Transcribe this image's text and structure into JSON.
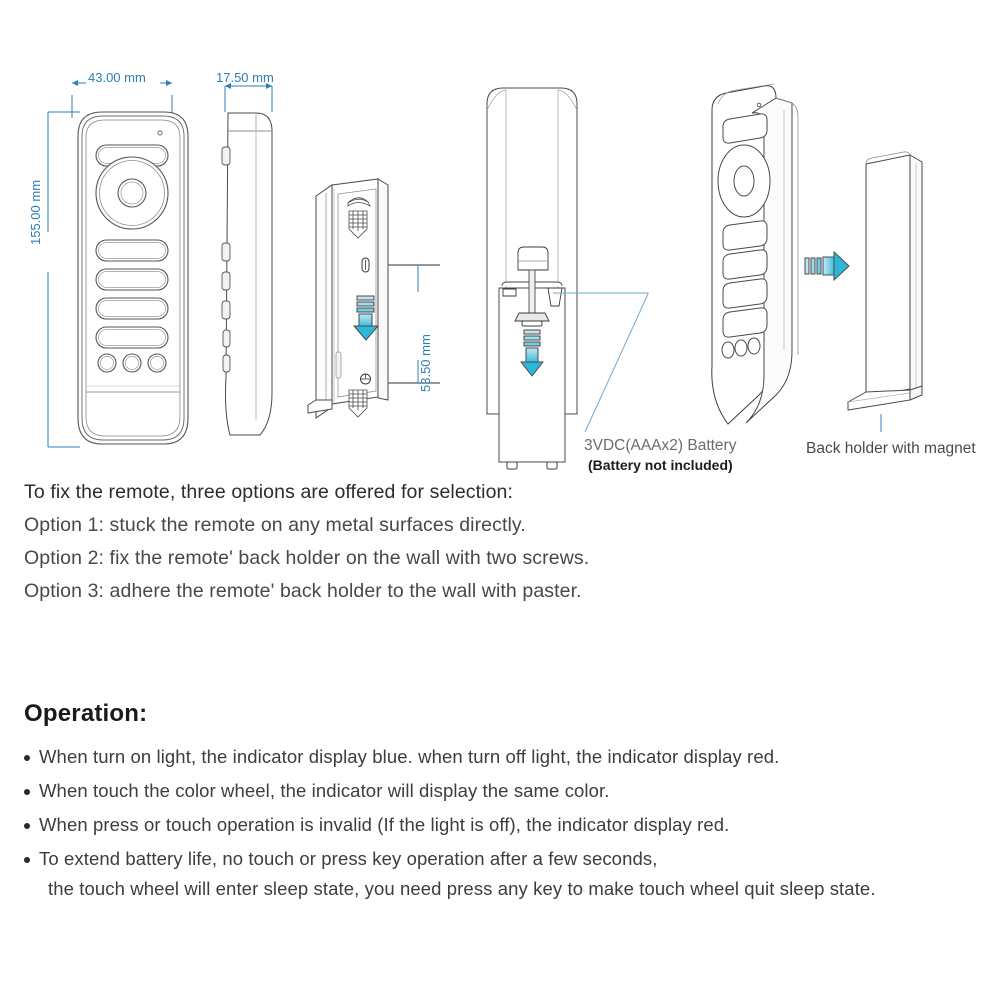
{
  "diagram": {
    "dimensions": {
      "width_label": "43.00 mm",
      "thickness_label": "17.50 mm",
      "height_label": "155.00 mm",
      "holder_screw_spacing_label": "53.50 mm"
    },
    "callouts": {
      "battery_label": "3VDC(AAAx2) Battery",
      "battery_note": "(Battery not included)",
      "holder_label": "Back holder with magnet"
    },
    "colors": {
      "dimension_blue": "#2e7fb5",
      "arrow_cyan": "#3bbfe0",
      "arrow_cyan_light": "#a9e2ef",
      "outline_gray": "#4a4a4a",
      "leader_blue": "#6fa8cf"
    },
    "views": [
      {
        "name": "front-view",
        "caption": ""
      },
      {
        "name": "side-view",
        "caption": ""
      },
      {
        "name": "back-holder-view",
        "caption": ""
      },
      {
        "name": "battery-compartment-view",
        "caption": ""
      },
      {
        "name": "perspective-view-with-holder",
        "caption": ""
      }
    ]
  },
  "fixing": {
    "intro": "To fix the remote, three options are offered for selection:",
    "options": [
      "Option 1: stuck the remote on any metal surfaces directly.",
      "Option 2: fix the remote' back holder on the wall with two screws.",
      "Option 3: adhere the remote' back holder to the wall with paster."
    ]
  },
  "operation": {
    "title": "Operation:",
    "bullets": [
      "When turn on light, the indicator display blue. when turn off light, the indicator display red.",
      "When touch the color wheel, the indicator will display the same color.",
      "When press or touch operation is invalid (If the light is off), the indicator display red.",
      "To extend battery life, no touch or press key operation after a few seconds,"
    ],
    "bullet4_continuation": "the touch wheel will enter sleep state, you need press any key to make touch wheel quit sleep state."
  }
}
